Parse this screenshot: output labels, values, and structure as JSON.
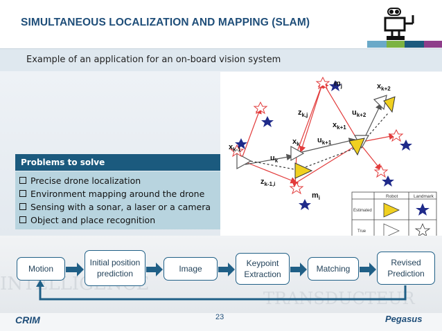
{
  "header": {
    "title": "SIMULTANEOUS LOCALIZATION AND MAPPING (SLAM)",
    "subtitle": "Example of an application for an on-board vision system",
    "colorbars": [
      "#6aa9c8",
      "#7cb342",
      "#1b5a7e",
      "#8e3d8a"
    ]
  },
  "problems": {
    "title": "Problems to solve",
    "items": [
      "Precise drone localization",
      "Environment mapping around the drone",
      "Sensing with a sonar, a laser or a camera",
      "Object and place recognition"
    ]
  },
  "diagram": {
    "labels": {
      "xk_minus_1": "x",
      "xk_minus_1_sub": "k-1",
      "xk": "x",
      "xk_sub": "k",
      "xk_plus_1": "x",
      "xk_plus_1_sub": "k+1",
      "xk_plus_2": "x",
      "xk_plus_2_sub": "k+2",
      "uk": "u",
      "uk_sub": "k",
      "uk_plus_1": "u",
      "uk_plus_1_sub": "k+1",
      "uk_plus_2": "u",
      "uk_plus_2_sub": "k+2",
      "zkj": "z",
      "zkj_sub": "k,j",
      "zk1i": "z",
      "zk1i_sub": "k-1,i",
      "mj": "m",
      "mj_sub": "j",
      "mi": "m",
      "mi_sub": "i"
    },
    "legend": {
      "col_robot": "Robot",
      "col_landmark": "Landmark",
      "row_estimated": "Estimated",
      "row_true": "True"
    },
    "colors": {
      "estimated": "#f0d020",
      "true_landmark": "#1f2a8a",
      "red": "#e23b3b"
    }
  },
  "pipeline": {
    "steps": [
      "Motion",
      "Initial position prediction",
      "Image",
      "Keypoint Extraction",
      "Matching",
      "Revised Prediction"
    ]
  },
  "footer": {
    "page_number": "23",
    "left_logo": "CRIM",
    "right_logo": "Pegasus"
  }
}
